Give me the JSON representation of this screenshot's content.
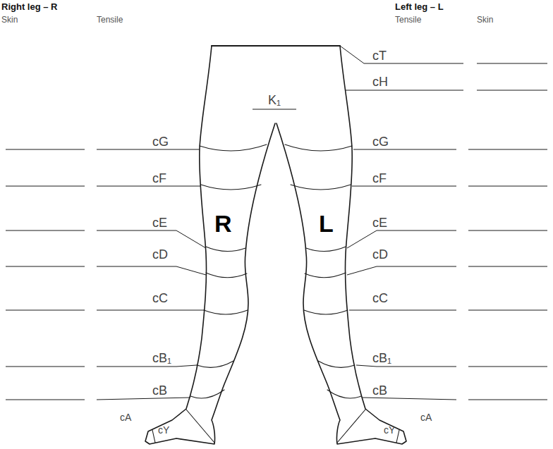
{
  "diagram": {
    "labels": [
      "Right leg – R",
      "Left leg – L",
      "Skin",
      "Tensile",
      "Tensile",
      "Skin",
      "cT",
      "cH",
      "K₁",
      "cG",
      "cG",
      "cF",
      "cF",
      "cE",
      "cE",
      "cD",
      "cD",
      "cC",
      "cC",
      "cB₁",
      "cB₁",
      "cB",
      "cB",
      "R",
      "L",
      "cA",
      "cY",
      "cY",
      "cA"
    ]
  }
}
